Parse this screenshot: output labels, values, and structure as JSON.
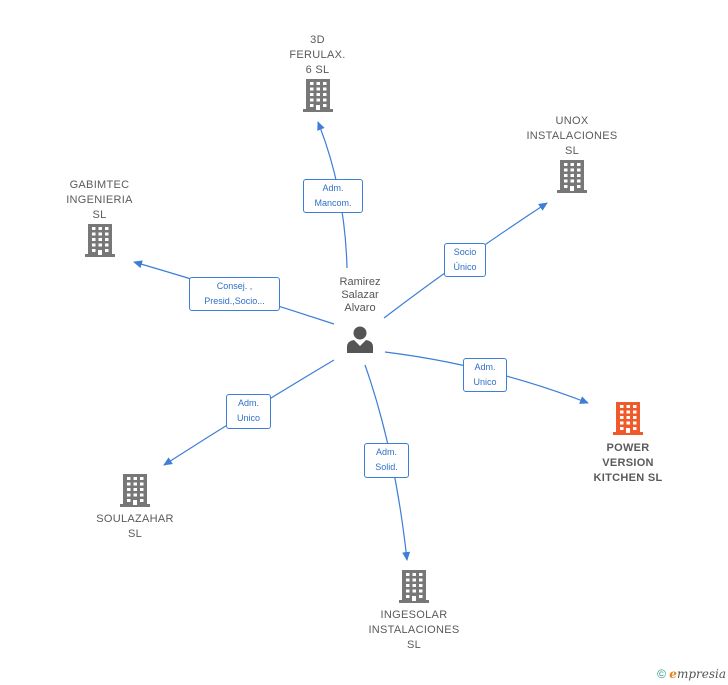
{
  "colors": {
    "edge": "#3d7ed6",
    "building": "#777777",
    "highlight": "#f05a2b",
    "person": "#555555"
  },
  "person": {
    "name": "Ramirez\nSalazar\nAlvaro",
    "icon": "person-icon"
  },
  "companies": [
    {
      "id": "ferulax",
      "name": "3D\nFERULAX.\n6  SL",
      "role": "Adm.\nMancom.",
      "highlight": false
    },
    {
      "id": "unox",
      "name": "UNOX\nINSTALACIONES\nSL",
      "role": "Socio\nÚnico",
      "highlight": false
    },
    {
      "id": "gabimtec",
      "name": "GABIMTEC\nINGENIERIA\nSL",
      "role": "Consej. ,\nPresid.,Socio...",
      "highlight": false
    },
    {
      "id": "power",
      "name": "POWER\nVERSION\nKITCHEN  SL",
      "role": "Adm.\nUnico",
      "highlight": true
    },
    {
      "id": "soulazahar",
      "name": "SOULAZAHAR\nSL",
      "role": "Adm.\nUnico",
      "highlight": false
    },
    {
      "id": "ingesolar",
      "name": "INGESOLAR\nINSTALACIONES\nSL",
      "role": "Adm.\nSolid.",
      "highlight": false
    }
  ],
  "footer": {
    "copyright": "©",
    "brand_e": "e",
    "brand_rest": "mpresia"
  }
}
